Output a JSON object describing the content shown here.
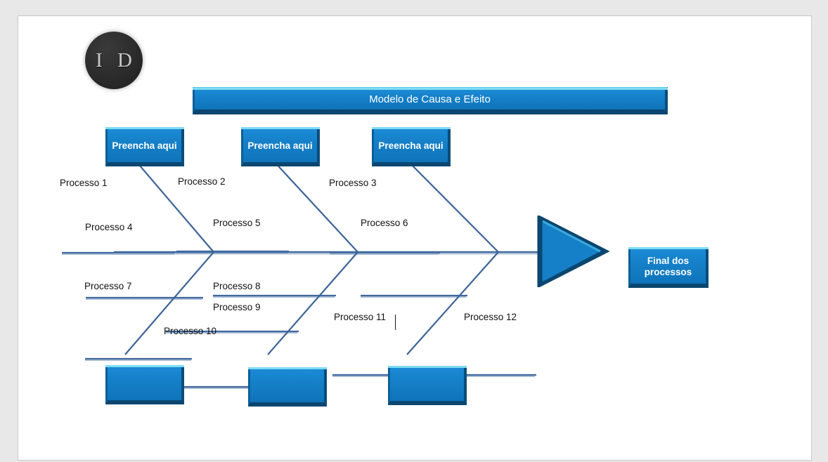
{
  "logo": {
    "text": "I D",
    "name": "id-logo"
  },
  "title": {
    "text": "Modelo de Causa e Efeito"
  },
  "cause_boxes": [
    {
      "label": "Preencha aqui"
    },
    {
      "label": "Preencha aqui"
    },
    {
      "label": "Preencha aqui"
    }
  ],
  "bottom_boxes": [
    {
      "label": ""
    },
    {
      "label": ""
    },
    {
      "label": ""
    }
  ],
  "final": {
    "label": "Final dos processos",
    "line1": "Final dos",
    "line2": "processos"
  },
  "processes": [
    {
      "label": "Processo 1"
    },
    {
      "label": "Processo 2"
    },
    {
      "label": "Processo 3"
    },
    {
      "label": "Processo 4"
    },
    {
      "label": "Processo 5"
    },
    {
      "label": "Processo 6"
    },
    {
      "label": "Processo 7"
    },
    {
      "label": "Processo 8"
    },
    {
      "label": "Processo 9"
    },
    {
      "label": "Processo 10"
    },
    {
      "label": "Processo 11"
    },
    {
      "label": "Processo 12"
    }
  ],
  "colors": {
    "plate_face": "#1580c8",
    "plate_highlight": "#4ec9ef",
    "plate_shadow": "#0a466f",
    "bone_line": "#41699e",
    "canvas": "#ffffff",
    "page_background": "#e8e8e8",
    "logo_circle": "#2b2b2b",
    "text": "#111111"
  }
}
